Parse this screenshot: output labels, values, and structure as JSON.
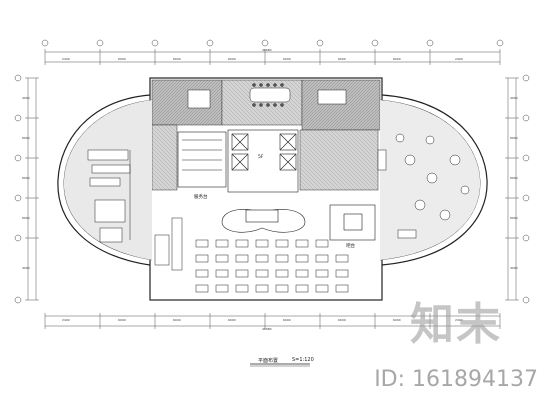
{
  "drawing": {
    "title": "平面布置",
    "scale": "S=1:120",
    "total_dimension": "40680",
    "room_labels": {
      "core": "5F",
      "lobby": "服务台",
      "bar": "吧台"
    },
    "top_dimensions": [
      "2400",
      "6000",
      "6000",
      "6000",
      "6000",
      "6000",
      "6000",
      "2400"
    ],
    "bottom_dimensions": [
      "2400",
      "6000",
      "6000",
      "6000",
      "6000",
      "6000",
      "6000",
      "2400"
    ],
    "left_dimensions": [
      "4000",
      "6000",
      "6000",
      "6000",
      "4000"
    ],
    "right_dimensions": [
      "4000",
      "6000",
      "6000",
      "6000",
      "4000"
    ]
  },
  "watermark": {
    "brand": "知末",
    "id_text": "ID: 161894137"
  }
}
